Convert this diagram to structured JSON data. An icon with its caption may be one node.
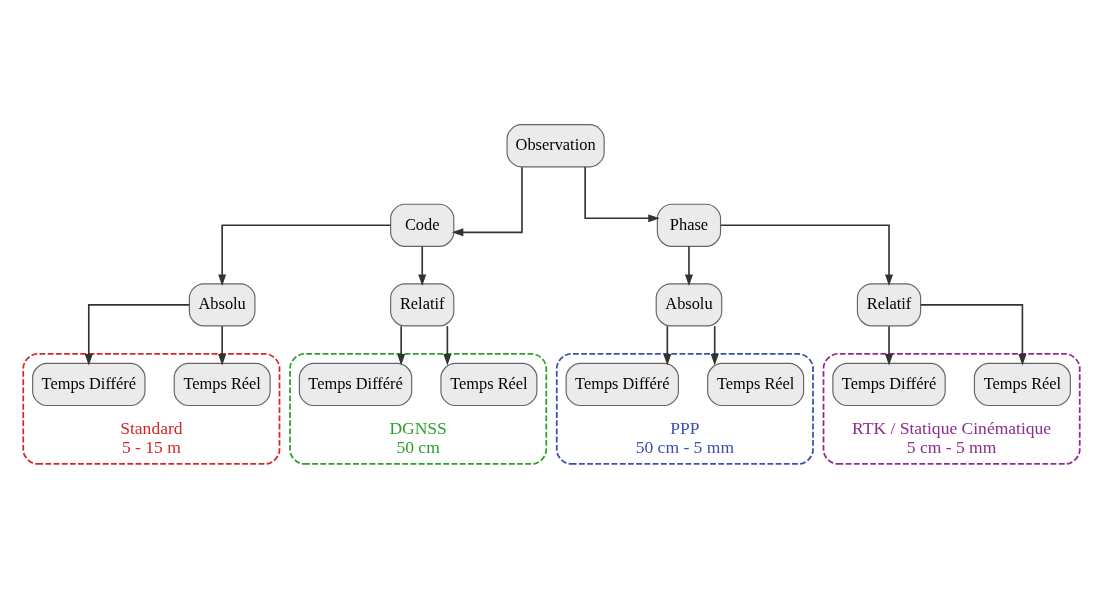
{
  "diagram": {
    "nodes": [
      {
        "text": [
          "Observation"
        ]
      },
      {
        "text": [
          "Code"
        ]
      },
      {
        "text": [
          "Phase"
        ]
      },
      {
        "text": [
          "Absolu"
        ]
      },
      {
        "text": [
          "Relatif"
        ]
      },
      {
        "text": [
          "Absolu"
        ]
      },
      {
        "text": [
          "Relatif"
        ]
      },
      {
        "text": [
          "Standard",
          "5 - 15 m"
        ]
      },
      {
        "text": [
          "Temps Réel"
        ],
        "in": 7
      },
      {
        "text": [
          "Temps Différé"
        ],
        "in": 7
      },
      {
        "text": [
          "DGNSS",
          "50 cm"
        ]
      },
      {
        "text": [
          "Temps Réel"
        ],
        "in": 10
      },
      {
        "text": [
          "Temps Différé"
        ],
        "in": 10
      },
      {
        "text": [
          "PPP",
          "50 cm - 5 mm"
        ]
      },
      {
        "text": [
          "Temps Réel"
        ],
        "in": 13
      },
      {
        "text": [
          "Temps Différé"
        ],
        "in": 13
      },
      {
        "text": [
          "RTK / Statique Cinématique",
          "5 cm - 5 mm"
        ]
      },
      {
        "text": [
          "Temps Réel"
        ],
        "in": 16
      },
      {
        "text": [
          "Temps Différé"
        ],
        "in": 16
      }
    ],
    "edges": [
      {
        "from": 0,
        "to": 1,
        "arrow": "to"
      },
      {
        "from": 0,
        "to": 2,
        "arrow": "to"
      },
      {
        "from": 1,
        "to": 3,
        "arrow": "to"
      },
      {
        "from": 1,
        "to": 4,
        "arrow": "to"
      },
      {
        "from": 2,
        "to": 5,
        "arrow": "to"
      },
      {
        "from": 2,
        "to": 6,
        "arrow": "to"
      },
      {
        "from": 3,
        "to": 8,
        "arrow": "to"
      },
      {
        "from": 3,
        "to": 9,
        "arrow": "to"
      },
      {
        "from": 4,
        "to": 11,
        "arrow": "to"
      },
      {
        "from": 4,
        "to": 12,
        "arrow": "to"
      },
      {
        "from": 5,
        "to": 14,
        "arrow": "to"
      },
      {
        "from": 5,
        "to": 15,
        "arrow": "to"
      },
      {
        "from": 6,
        "to": 17,
        "arrow": "to"
      },
      {
        "from": 6,
        "to": 18,
        "arrow": "to"
      }
    ]
  }
}
